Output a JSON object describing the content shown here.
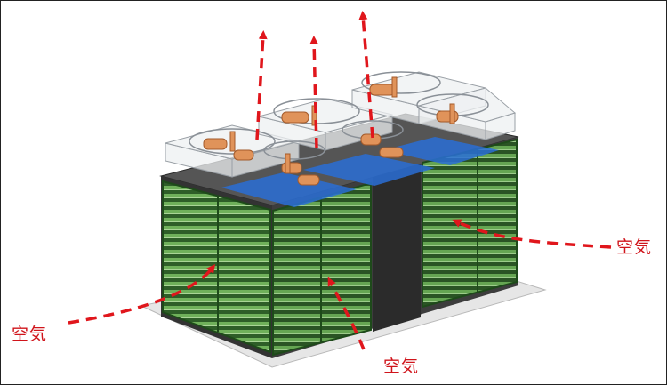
{
  "labels": {
    "air_left": "空気",
    "air_bottom": "空気",
    "air_right": "空気"
  },
  "colors": {
    "arrow": "#e0161c",
    "label": "#d0141b",
    "coil_green": "#3f8a33",
    "coil_dark": "#1e4a1a",
    "housing": "#3a3a3a",
    "water_blue": "#2a6fd6",
    "pipe_copper": "#e0935a",
    "fan_glass": "#e9ecef"
  },
  "icons": {
    "arrow": "dashed-arrow-icon"
  }
}
